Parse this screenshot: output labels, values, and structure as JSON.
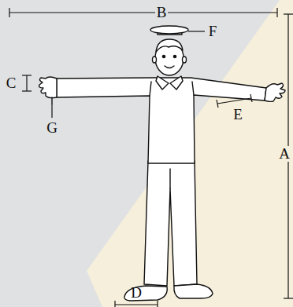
{
  "diagram": {
    "labels": [
      "B",
      "F",
      "C",
      "E",
      "A",
      "G",
      "D"
    ]
  }
}
